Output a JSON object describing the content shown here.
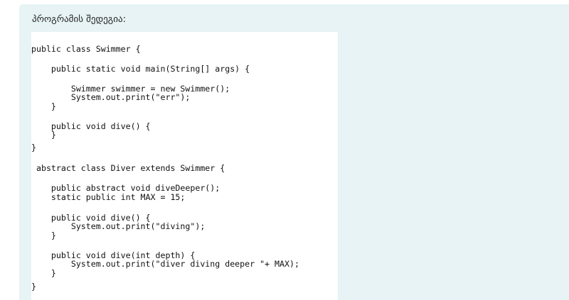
{
  "page": {
    "title": "პროგრამის შედეგია:"
  },
  "code": {
    "lines": [
      "public class Swimmer {",
      "    public static void main(String[] args) {",
      "        Swimmer swimmer = new Swimmer();",
      "        System.out.print(\"err\");",
      "    }",
      "    public void dive() {",
      "    }",
      "}",
      " abstract class Diver extends Swimmer {",
      "    public abstract void diveDeeper();",
      "    static public int MAX = 15;",
      "    public void dive() {",
      "        System.out.print(\"diving\");",
      "    }",
      "    public void dive(int depth) {",
      "        System.out.print(\"diver diving deeper \"+ MAX);",
      "    }",
      "}"
    ]
  }
}
